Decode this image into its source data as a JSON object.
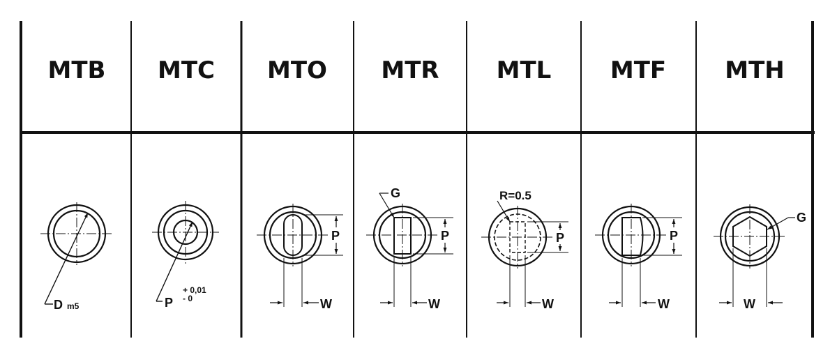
{
  "columns": [
    {
      "code": "MTB",
      "labels": {
        "d": "D",
        "sub": "m5"
      }
    },
    {
      "code": "MTC",
      "labels": {
        "p": "P",
        "tol_plus": "+ 0,01",
        "tol_minus": "- 0"
      }
    },
    {
      "code": "MTO",
      "labels": {
        "p": "P",
        "w": "W"
      }
    },
    {
      "code": "MTR",
      "labels": {
        "g": "G",
        "p": "P",
        "w": "W"
      }
    },
    {
      "code": "MTL",
      "labels": {
        "r": "R=0.5",
        "p": "P",
        "w": "W"
      }
    },
    {
      "code": "MTF",
      "labels": {
        "p": "P",
        "w": "W"
      }
    },
    {
      "code": "MTH",
      "labels": {
        "g": "G",
        "w": "W"
      }
    }
  ],
  "colors": {
    "line": "#111111",
    "background": "#ffffff"
  }
}
